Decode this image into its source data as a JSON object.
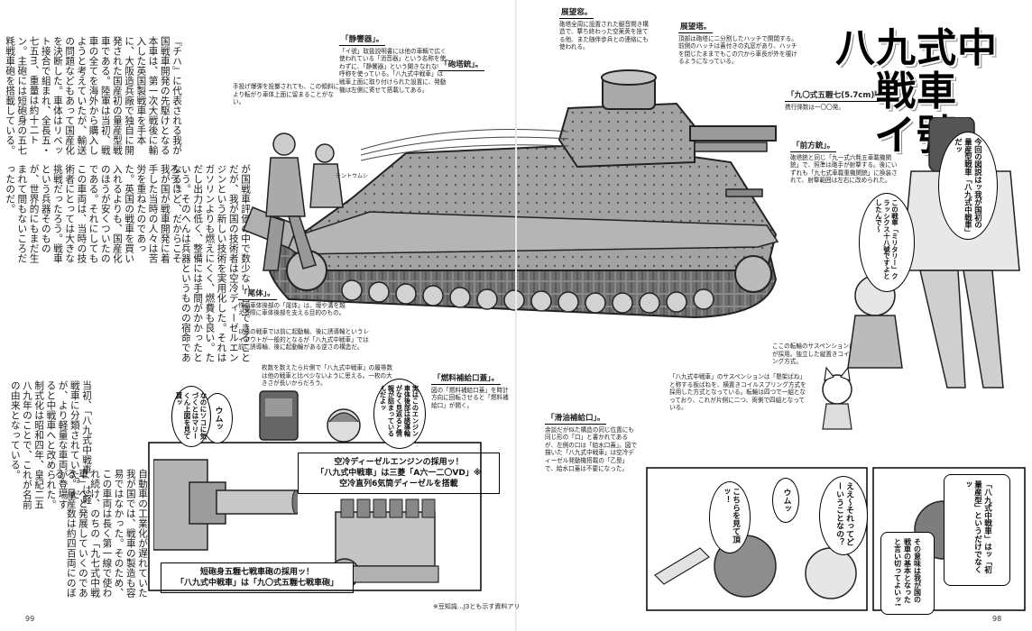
{
  "title": {
    "main": "八九式中戦車",
    "sub": "イ號"
  },
  "page_numbers": {
    "left": "99",
    "right": "98"
  },
  "footnote": "※豆知識…J3とも示す資料アリ",
  "prose_left_top": "『チハ』に代表される我が国戦車開発の先駆けとなる本車は、第一次大戦後に輸入した英国製戦車を手本に、大阪造兵廠で独自に開発された国産初の量産型戦車である。陸軍は当初、戦車の全てを海外から購入しようと考えていたが、輸送の問題などもあって国産化を決断した。車体はリベット接合で組まれ、全長五・七五m、重量は約十二トン。主砲には短砲身の五七粍戦車砲を搭載している。",
  "prose_left_mid": "なるほど、だからこそ我が国が戦車開発に着手した当時の人々は苦労を重ねたのであった。英国の戦車を買い入れるよりも、国産化のほうが安くついたのである。それにしてもこの車両は、当時の技術者にとっては大きな挑戦だったろう。戦車という兵器そのものが、世界的にもまだ生まれて間もないころだったのだ。",
  "prose_left_bottom": "が国戦車評価の中で数少ない自慢できることだが、我が国の技術者は空冷ディーゼルエンジンという新しい技術を実用化した。それはガソリンよりも燃えにくく、燃費も良い。ただし出力は低く、整備には手間がかかったという。そのへんは兵器というものの宿命であろう。",
  "prose_left_lower": "当初、「八九式中戦車」は軽戦車に分類されていた。だが、より軽量な車両が登場すると中戦車へと改められた。制式化は昭和四年、皇紀二五八九年のことで、これが名前の由来となっている。",
  "prose_left_bottom2": "自動車の工業化が遅れていた我が国では、戦車の製造も容易ではなかった。そのため、この車両は長く第一線で使われ続け、のちの「九七式中戦車」へと発展していくのである。量産数は約四百両にのぼる。",
  "callouts": [
    {
      "title": "「静響器」。",
      "body": "「イ號」取扱説明書には他の車輌で広く使われている「消音器」という名称を使わずに、「静響器」という聞きなれない呼称を使っている。「八九式中戦車」は戦車上面に取り付けられた設置に、発動機は左側に寄せて搭載してある。"
    },
    {
      "title": "「砲塔銃」。",
      "body": ""
    },
    {
      "title": "展望窓。",
      "body": "砲塔全周に設置された観音開き構造で、撃ち終わった空薬莢を捨てる他、また随伴歩兵との連絡にも使われる。"
    },
    {
      "title": "展望塔。",
      "body": "頂部は砲塔に二分割したハッチで開閉する。前側のハッチは蓋付きの丸窓があり、ハッチを閉じたままでもこの穴から車長が外を覗けるようになっている。"
    },
    {
      "title": "「九〇式五糎七(5.7cm)戦車砲」。",
      "body": "携行弾数は一〇〇発。"
    },
    {
      "title": "「前方銃」。",
      "body": "砲塔銃と同じ「九一式六粍五車載機関銃」で、照準は砲手が射撃する。後にいずれも「九七式車載重機関銃」に換装されて、射撃範囲は左右に改められた。"
    },
    {
      "title": "「尾体」。",
      "body": "作中車体後部の「尾体」は、壕や溝を越える際に車体後部を支える目的のもの。"
    },
    {
      "title": "「燃料補給口蓋」。",
      "body": "図の「燃料補給口蓋」を時計方向に回転させると「燃料補給口」が開く。"
    },
    {
      "title": "「滑油補給口」。",
      "body": "余談だが似た構造の同じ位置にも同じ形の「口」と書かれてあるが、左側の口は「給水口蓋」。図で描いた「八九式中戦車」は空冷ディーゼル発動機搭載の「乙型」で、給水口蓋は不要になった。"
    }
  ],
  "small_notes": [
    "手投げ爆弾を投擲されても、この傾斜により転がり車体上面に留まることがない。",
    "以降の戦車では前に起動輪、後に誘導輪というレイアウトが一般的となるが「八九式中戦車」では前に誘導輪、後に起動輪がある逆さの構造だ。",
    "枚数を数えたら片側で「八九式中戦車」の履帯数は他の戦車と比べ少ないように思える。一枚の大きさが長いからだろう。",
    "ここの転輪のサスペンションはリーフ式が採用。独立した縦置きコイルスプリング方式。",
    "「八九式中戦車」のサスペンションは「懸架ばね」と称する板ばねを、横置きコイルスプリング方式を採用した方式となっている。転輪は四つで一組となっており、これが片側に二つ、両側で四組となっている。"
  ],
  "top_left_note": "テントウムシ",
  "engine_box": {
    "line1": "空冷ディーゼルエンジンの採用ッ！",
    "line2": "「八九式中戦車」は三菱「A六一二〇VD」※",
    "line3": "空冷直列6気筒ディーゼルを搭載"
  },
  "gun_box": {
    "line1": "短砲身五糎七戦車砲の採用ッ！",
    "line2": "「八九式中戦車」は「九〇式五糎七戦車砲」"
  },
  "balloons": [
    "ウムッ",
    "なのにソコに気づくとはマリーくん上図を見て貰ッ",
    "実はこのエンジン車体後部は誘導輪がなく見返ると情報が詰まっているんだよッ",
    "今回の図説はッ我が国初の量産型戦車「八九式中戦車」だッ",
    "この戦車「ミリタリー」クラッシクス十八號ですよとしたんで～",
    "ええ～それってどーいうことなの？",
    "こちらを見て頂ッ！",
    "ウムッ",
    "その意味は我が国の戦車の基本となったと言い切ってよいッ!",
    "「八九式中戦車」はッ「初量産型」というだけでなくッ"
  ],
  "colors": {
    "ink": "#111111",
    "paper": "#ffffff",
    "tone": "#9a9a9a"
  }
}
